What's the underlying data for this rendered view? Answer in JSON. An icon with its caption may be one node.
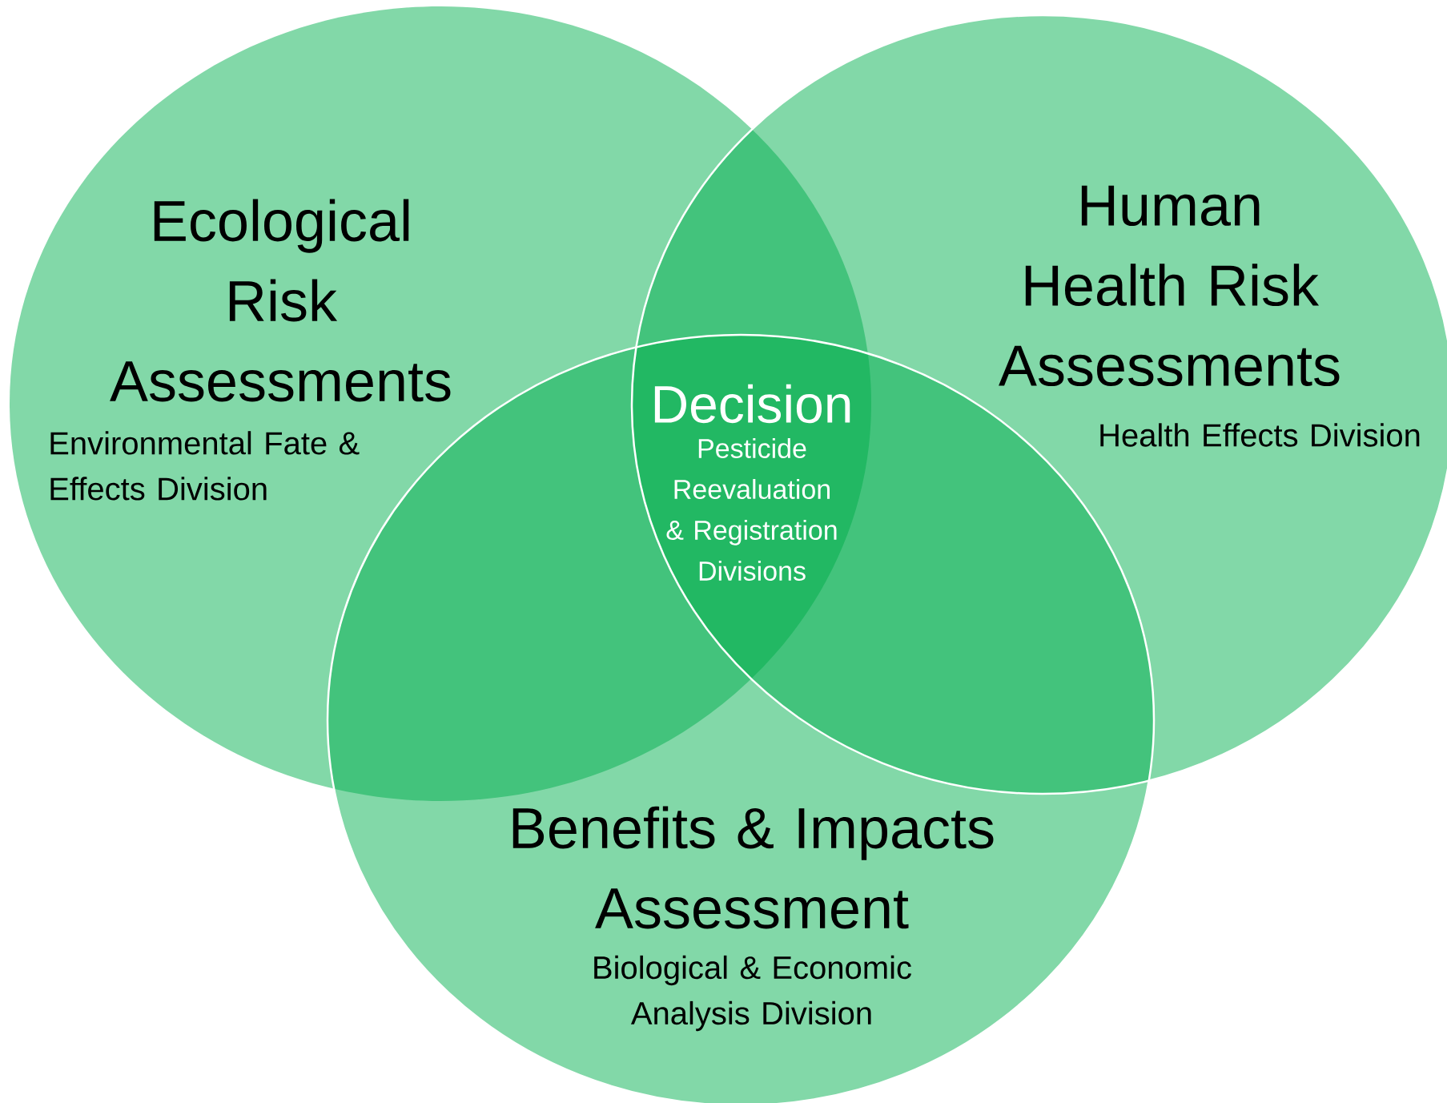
{
  "diagram": {
    "nodes": [
      {
        "text": [
          "Ecological Risk Assessments",
          "Environmental Fate & Effects Division"
        ]
      },
      {
        "text": [
          "Human Health Risk Assessments",
          "Health Effects Division"
        ]
      },
      {
        "text": [
          "Benefits & Impacts Assessment",
          "Biological & Economic Analysis Division"
        ]
      },
      {
        "text": [
          "Decision",
          "Pesticide Reevaluation & Registration Divisions"
        ]
      }
    ]
  }
}
